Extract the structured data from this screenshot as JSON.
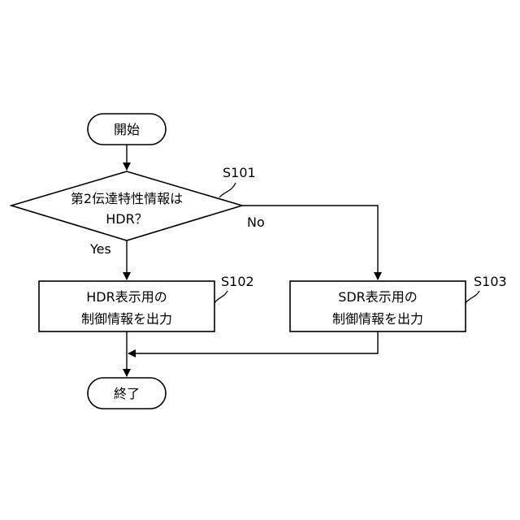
{
  "start": {
    "label": "開始"
  },
  "decision": {
    "step": "S101",
    "line1": "第2伝達特性情報は",
    "line2": "HDR？",
    "yes": "Yes",
    "no": "No"
  },
  "hdr_process": {
    "step": "S102",
    "line1": "HDR表示用の",
    "line2": "制御情報を出力"
  },
  "sdr_process": {
    "step": "S103",
    "line1": "SDR表示用の",
    "line2": "制御情報を出力"
  },
  "end": {
    "label": "終了"
  }
}
